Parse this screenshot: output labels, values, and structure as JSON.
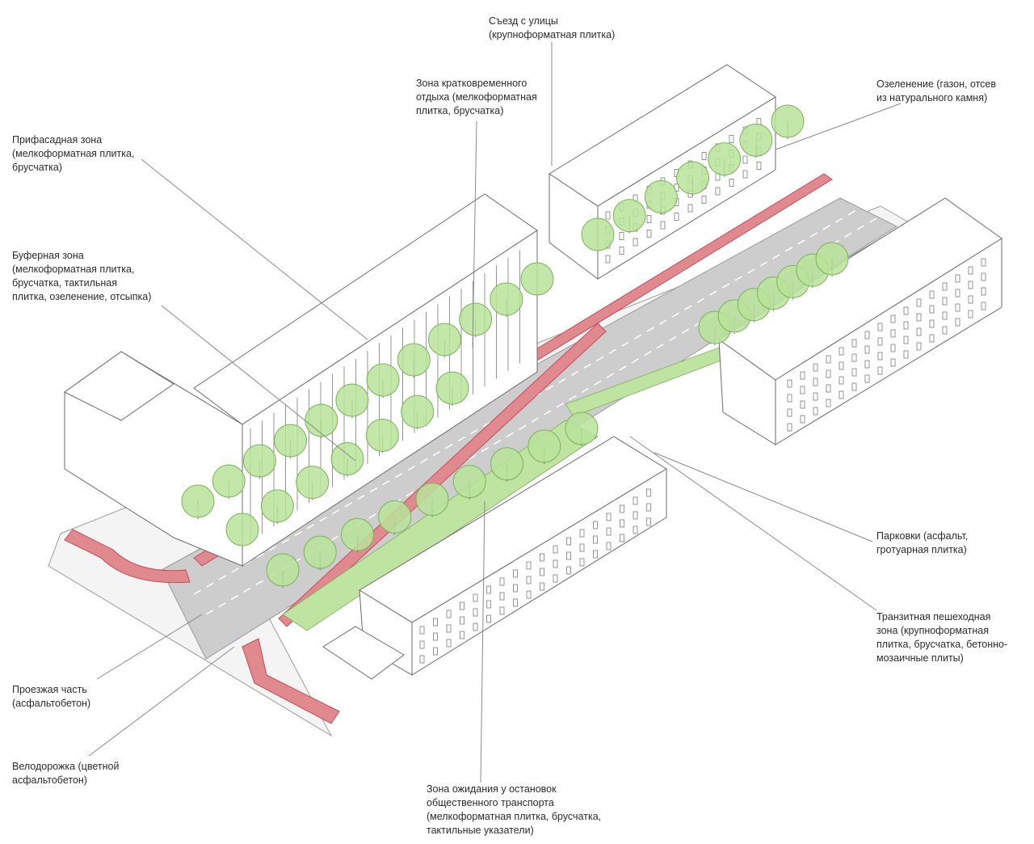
{
  "colors": {
    "bike_lane": "#e08a8f",
    "bike_lane_edge": "#c44d58",
    "road": "#c8c8c8",
    "greenery": "#bfe3a0",
    "tree_fill": "#b9e39a",
    "tree_stroke": "#7bb35a",
    "building_stroke": "#6b6b6b",
    "leader_line": "#8a8a8a",
    "text": "#2b2b2b"
  },
  "labels": {
    "exit": [
      "Съезд с улицы",
      "(крупноформатная плитка)"
    ],
    "rest": [
      "Зона кратковременного",
      "отдыха (мелкоформатная",
      "плитка, брусчатка)"
    ],
    "green": [
      "Озеленение (газон, отсев",
      "из натурального камня)"
    ],
    "facade": [
      "Прифасадная зона",
      "(мелкоформатная плитка,",
      "брусчатка)"
    ],
    "buffer": [
      "Буферная зона",
      "(мелкоформатная плитка,",
      "брусчатка, тактильная",
      "плитка, озеленение, отсыпка)"
    ],
    "parking": [
      "Парковки (асфальт,",
      "гротуарная плитка)"
    ],
    "transit": [
      "Транзитная пешеходная",
      "зона (крупноформатная",
      "плитка, брусчатка, бетонно-",
      "мозаичные плиты)"
    ],
    "road": [
      "Проезжая часть",
      "(асфальтобетон)"
    ],
    "bike": [
      "Велодорожка (цветной",
      "асфальтобетон)"
    ],
    "waiting": [
      "Зона ожидания у остановок",
      "общественного транспорта",
      "(мелкоформатная плитка, брусчатка,",
      "тактильные указатели)"
    ]
  }
}
